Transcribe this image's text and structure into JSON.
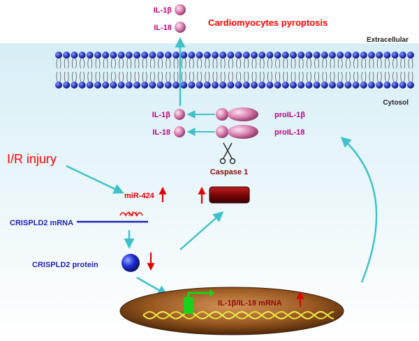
{
  "title": "Cardiomyocytes pyroptosis",
  "regions": {
    "extracellular": "Extracellular",
    "cytosol": "Cytosol"
  },
  "secreted": {
    "il1b": "IL-1β",
    "il18": "IL-18"
  },
  "cytosolic": {
    "il1b": "IL-1β",
    "il18": "IL-18",
    "pro_il1b": "proIL-1β",
    "pro_il18": "proIL-18"
  },
  "caspase": "Caspase 1",
  "injury": "I/R injury",
  "mirna": "miR-424",
  "mrna": "CRISPLD2 mRNA",
  "protein": "CRISPLD2 protein",
  "nucleus_gene": "IL-1β/IL-18 mRNA",
  "colors": {
    "title_red": "#ff0000",
    "magenta": "#c0007a",
    "blue_text": "#2323b4",
    "arrow_cyan": "#3fc1c9",
    "up_down_red": "#e00000"
  }
}
